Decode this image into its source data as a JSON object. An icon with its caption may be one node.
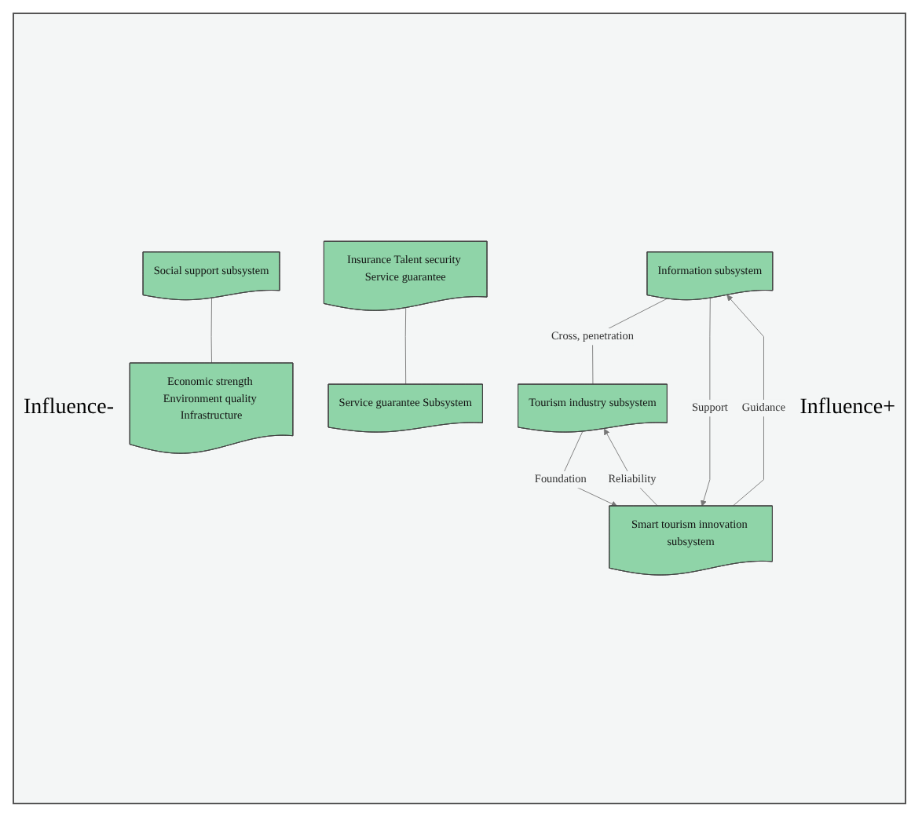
{
  "diagram": {
    "nodes": [
      {
        "text": [
          "Social support subsystem"
        ]
      },
      {
        "text": [
          "Economic strength Environment quality Infrastructure"
        ]
      },
      {
        "text": [
          "Information subsystem"
        ]
      },
      {
        "text": [
          "Tourism industry subsystem"
        ]
      },
      {
        "text": [
          "Smart tourism innovation subsystem"
        ]
      },
      {
        "text": [
          "Insurance Talent security Service guarantee"
        ]
      },
      {
        "text": [
          "Service guarantee Subsystem"
        ]
      }
    ],
    "edges": [
      {
        "from": 0,
        "to": 1,
        "arrow": "none"
      },
      {
        "from": 2,
        "to": 3,
        "arrow": "none",
        "label": "Cross, penetration"
      },
      {
        "from": 2,
        "to": 4,
        "arrow": "to",
        "label": "Support"
      },
      {
        "from": 4,
        "to": 2,
        "arrow": "to",
        "label": "Guidance"
      },
      {
        "from": 3,
        "to": 4,
        "arrow": "to",
        "label": "Foundation"
      },
      {
        "from": 4,
        "to": 3,
        "arrow": "to",
        "label": "Reliability"
      },
      {
        "from": 5,
        "to": 6,
        "arrow": "none"
      }
    ],
    "labels": [
      "Influence-",
      "Influence+"
    ]
  }
}
